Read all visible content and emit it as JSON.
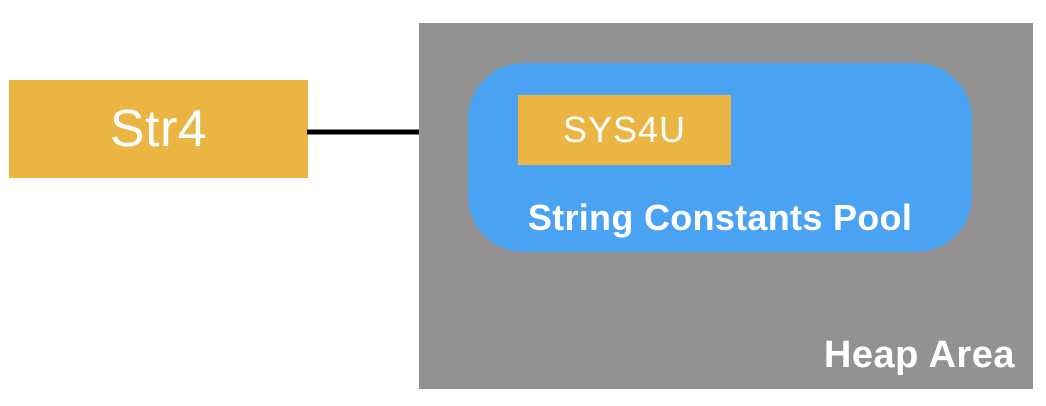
{
  "diagram": {
    "title": "Java string reference to heap string constants pool",
    "variable_box": {
      "label": "Str4"
    },
    "heap": {
      "label": "Heap Area"
    },
    "pool": {
      "label": "String Constants Pool"
    },
    "string_object": {
      "label": "SYS4U"
    },
    "arrow": {
      "from": "Str4",
      "to": "SYS4U"
    },
    "colors": {
      "box_yellow": "#EBB544",
      "pool_blue": "#4AA2F3",
      "heap_gray": "#929292",
      "label_white": "#FFFFFF",
      "arrow_black": "#000000",
      "background": "#FFFFFF"
    }
  }
}
